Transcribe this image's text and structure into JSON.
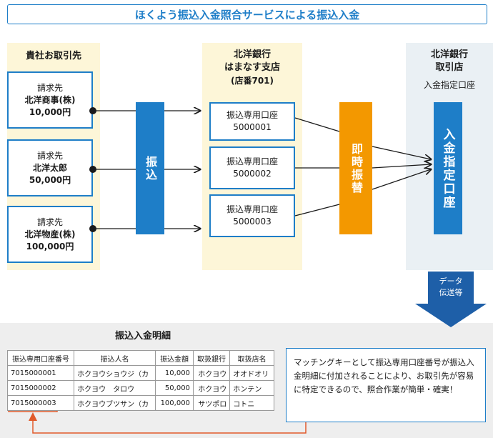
{
  "title": "ほくよう振込入金照合サービスによる振込入金",
  "left_panel": {
    "header": "貴社お取引先",
    "clients": [
      {
        "line1": "請求先",
        "line2": "北洋商事(株)",
        "amount": "10,000円"
      },
      {
        "line1": "請求先",
        "line2": "北洋太郎",
        "amount": "50,000円"
      },
      {
        "line1": "請求先",
        "line2": "北洋物産(株)",
        "amount": "100,000円"
      }
    ]
  },
  "transfer_bar": "振込",
  "middle_panel": {
    "header_line1": "北洋銀行",
    "header_line2": "はまなす支店",
    "header_line3": "(店番701)",
    "accounts": [
      {
        "label": "振込専用口座",
        "number": "5000001"
      },
      {
        "label": "振込専用口座",
        "number": "5000002"
      },
      {
        "label": "振込専用口座",
        "number": "5000003"
      }
    ]
  },
  "instant_bar": "即時振替",
  "right_panel": {
    "header_line1": "北洋銀行",
    "header_line2": "取引店",
    "subheader": "入金指定口座",
    "bar": "入金指定口座"
  },
  "data_arrow": {
    "line1": "データ",
    "line2": "伝送等"
  },
  "detail": {
    "title": "振込入金明細",
    "columns": [
      "振込専用口座番号",
      "振込人名",
      "振込金額",
      "取扱銀行",
      "取扱店名"
    ],
    "rows": [
      [
        "7015000001",
        "ホクヨウショウジ（カ",
        "10,000",
        "ホクヨウ",
        "オオドオリ"
      ],
      [
        "7015000002",
        "ホクヨウ　タロウ",
        "50,000",
        "ホクヨウ",
        "ホンテン"
      ],
      [
        "7015000003",
        "ホクヨウブツサン（カ",
        "100,000",
        "サツポロ",
        "コトニ"
      ]
    ]
  },
  "note": "マッチングキーとして振込専用口座番号が振込入金明細に付加されることにより、お取引先が容易に特定できるので、照合作業が簡単・確実！",
  "colors": {
    "accent": "#1e7ec8",
    "orange": "#f39800",
    "panel": "#fdf6d8",
    "red": "#e05a2b"
  }
}
